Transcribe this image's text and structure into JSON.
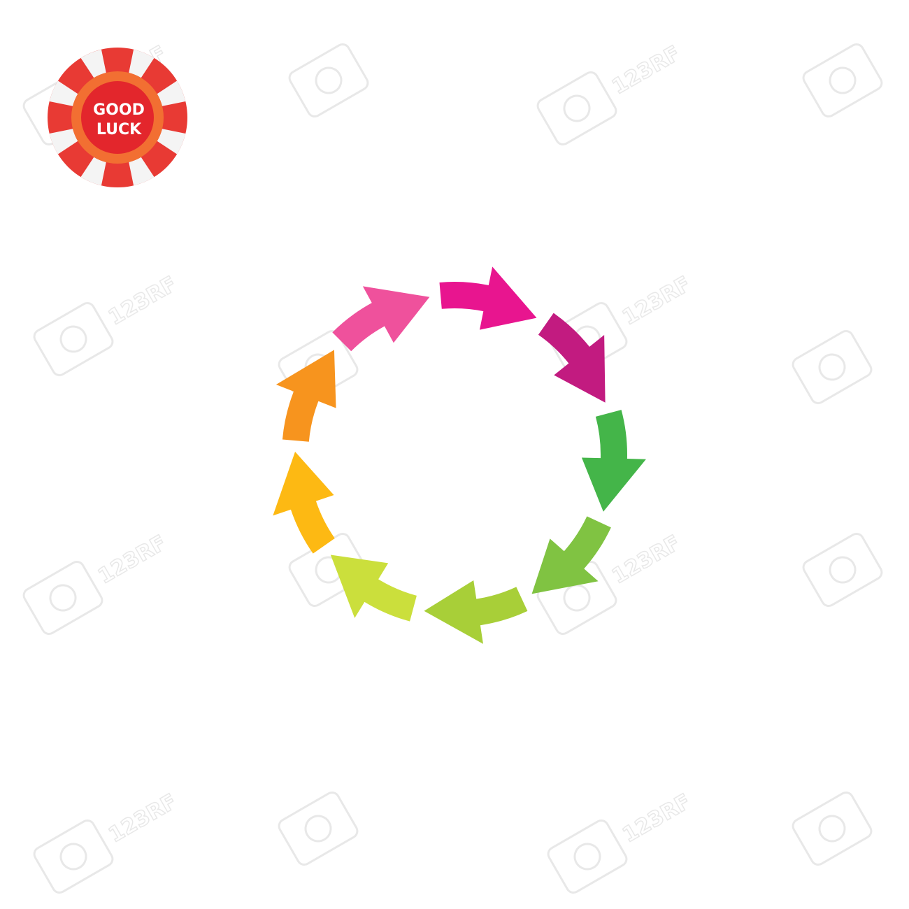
{
  "badge": {
    "line1": "GOOD",
    "line2": "LUCK",
    "colors": {
      "outer": "#e83a34",
      "stripe": "#f4f4f4",
      "ring": "#f26f32",
      "inner": "#e3262c",
      "text": "#ffffff"
    }
  },
  "cycle": {
    "arrows": [
      {
        "name": "arrow-pink",
        "color": "#ef519c"
      },
      {
        "name": "arrow-magenta",
        "color": "#e8158f"
      },
      {
        "name": "arrow-purple",
        "color": "#c21b80"
      },
      {
        "name": "arrow-green",
        "color": "#44b549"
      },
      {
        "name": "arrow-lime-green",
        "color": "#80c342"
      },
      {
        "name": "arrow-yellow-green",
        "color": "#a8cf38"
      },
      {
        "name": "arrow-light-lime",
        "color": "#cbdf3c"
      },
      {
        "name": "arrow-yellow",
        "color": "#fdb913"
      },
      {
        "name": "arrow-orange",
        "color": "#f7941e"
      }
    ]
  },
  "watermark": {
    "text": "123RF",
    "color": "#d6d6d6"
  }
}
